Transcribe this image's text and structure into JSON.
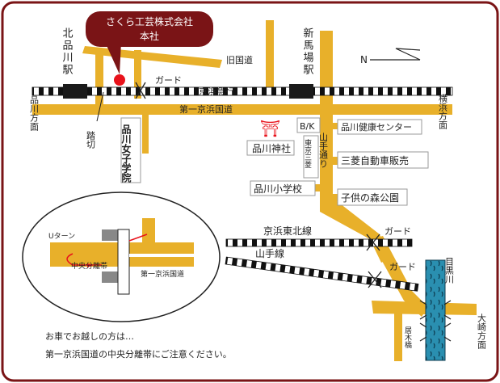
{
  "company_callout": {
    "line1": "さくら工芸株式会社",
    "line2": "本社"
  },
  "stations": {
    "kitashinagawa": "北品川駅",
    "shinbamba": "新馬場駅"
  },
  "roads": {
    "old_road": "旧国道",
    "daiichi_keihin": "第一京浜国道",
    "yamate_dori": "山手通り",
    "minor_crossing": "踏切"
  },
  "railways": {
    "keikyu": "京浜急行",
    "keihin_tohoku": "京浜東北線",
    "yamanote": "山手線",
    "guard1": "ガード",
    "guard2": "ガード",
    "guard3": "ガード"
  },
  "directions": {
    "shinagawa": "品川方面",
    "yokohama": "横浜方面",
    "osaki": "大崎方面",
    "north_mark": "N"
  },
  "landmarks": {
    "girls_school": "品川女子学院",
    "shrine": "品川神社",
    "shrine_symbol": "⛩",
    "bk": "B/K",
    "health_center": "品川健康センター",
    "tokyo_mitsubishi": "東京三菱",
    "mitsubishi_motors": "三菱自動車販売",
    "elementary": "品川小学校",
    "park": "子供の森公園",
    "river": "目黒川",
    "bridge": "居木橋"
  },
  "inset": {
    "u_turn": "Uターン",
    "median": "中央分離帯",
    "road": "第一京浜国道"
  },
  "footnote": {
    "line1": "お車でお越しの方は…",
    "line2": "第一京浜国道の中央分離帯にご注意ください。"
  },
  "colors": {
    "frame": "#7a1416",
    "road": "#e8b02a",
    "callout": "#7a1416",
    "marker": "#e8121b",
    "river": "#2a8fb0",
    "station": "#1a1a1a"
  }
}
